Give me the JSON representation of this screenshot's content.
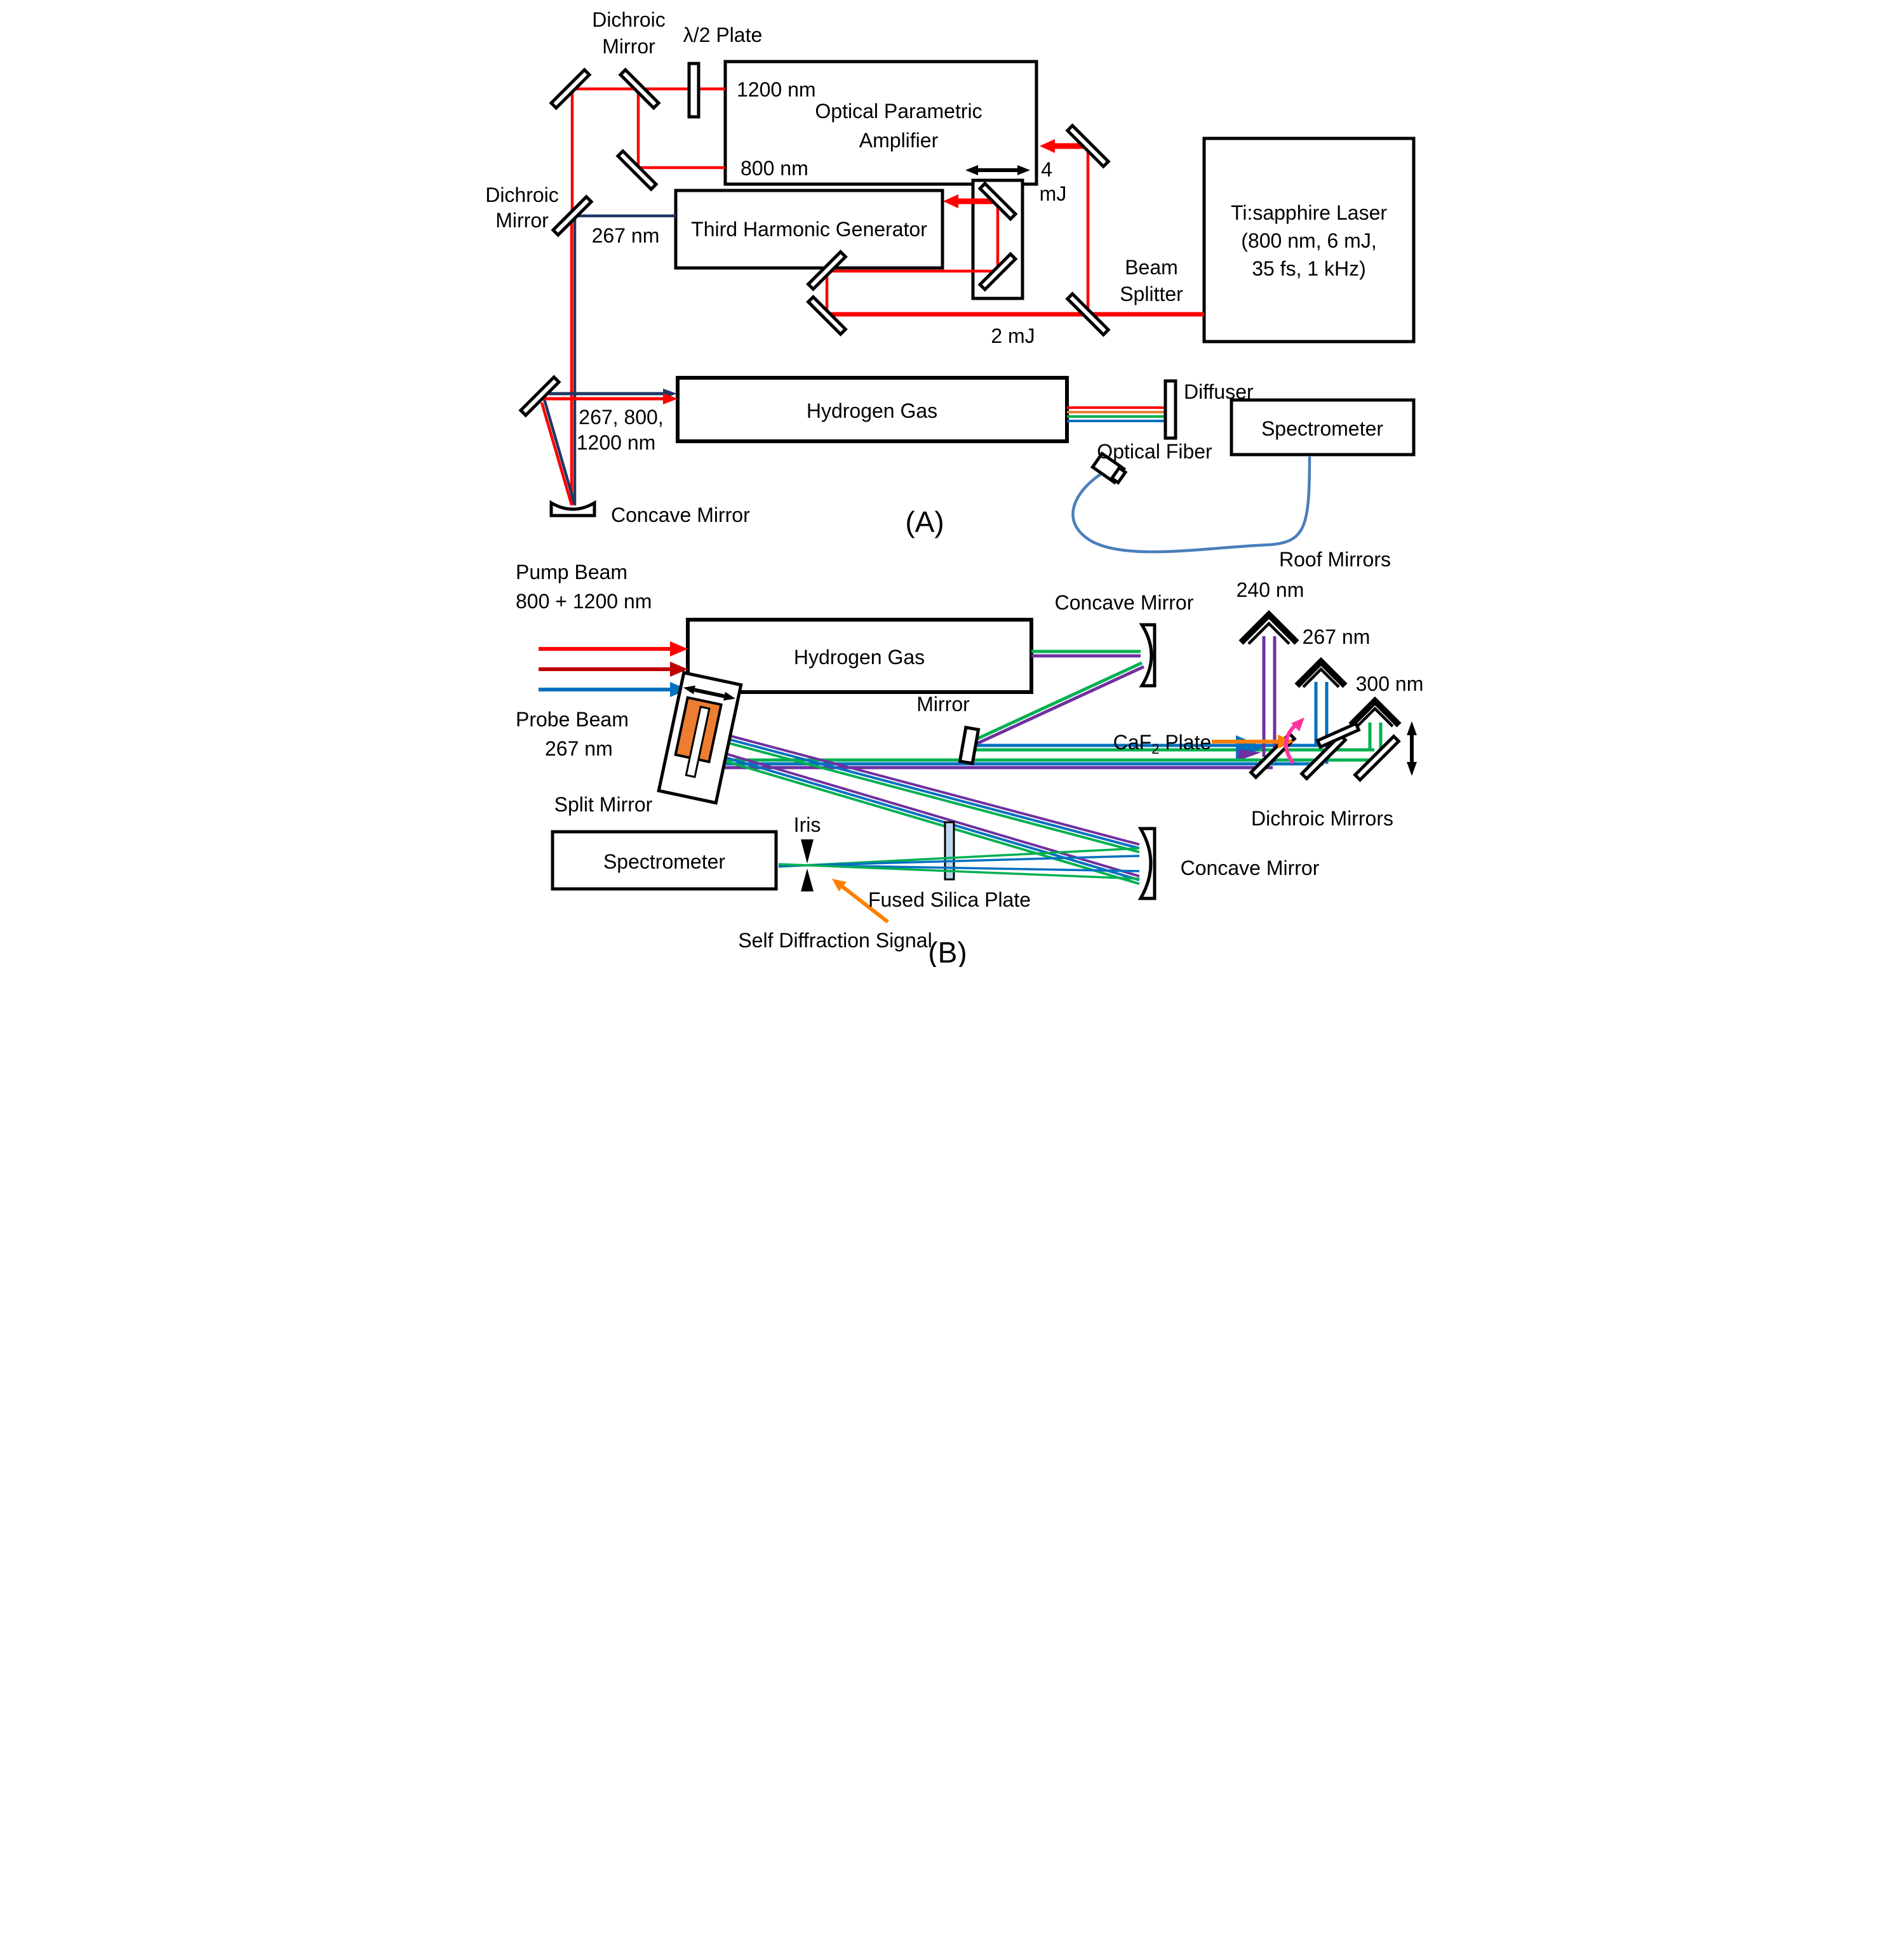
{
  "figure_title": "Pump-probe optical setup diagram",
  "colors": {
    "beam_red": "#FF0000",
    "beam_dark_red": "#C00000",
    "beam_navy_267": "#1F3864",
    "beam_blue": "#0070C0",
    "beam_green": "#00B050",
    "beam_purple": "#7030A0",
    "arrow_orange": "#FF7F00",
    "stripe_orange": "#ED7D31",
    "arrow_pink": "#FF33A0",
    "fiber_blue": "#4A7EBB",
    "silica_plate": "#BDD7EE",
    "split_mirror_patch": "#ED7D31"
  },
  "panel_a": {
    "tag": "(A)",
    "labels": {
      "dichroic_top": [
        "Dichroic",
        "Mirror"
      ],
      "half_wave": "λ/2 Plate",
      "port_1200": "1200 nm",
      "port_800": "800 nm",
      "opa": [
        "Optical Parametric",
        "Amplifier"
      ],
      "thg": "Third Harmonic Generator",
      "laser": [
        "Ti:sapphire Laser",
        "(800 nm, 6 mJ,",
        "35 fs, 1 kHz)"
      ],
      "splitter": [
        "Beam",
        "Splitter"
      ],
      "energy_4mj": [
        "4",
        "mJ"
      ],
      "energy_2mj": "2 mJ",
      "dichroic_left": [
        "Dichroic",
        "Mirror"
      ],
      "nm267": "267 nm",
      "combo": [
        "267, 800,",
        "1200 nm"
      ],
      "concave": "Concave Mirror",
      "hydrogen": "Hydrogen Gas",
      "diffuser": "Diffuser",
      "fiber": "Optical Fiber",
      "spectrometer": "Spectrometer"
    }
  },
  "panel_b": {
    "tag": "(B)",
    "labels": {
      "pump": [
        "Pump Beam",
        "800 + 1200 nm"
      ],
      "probe": [
        "Probe Beam",
        "267 nm"
      ],
      "hydrogen": "Hydrogen Gas",
      "concave_top": "Concave Mirror",
      "mirror": "Mirror",
      "split": "Split Mirror",
      "roof": "Roof Mirrors",
      "nm240": "240 nm",
      "nm267": "267 nm",
      "nm300": "300 nm",
      "caf2": [
        "CaF",
        "2",
        " Plate"
      ],
      "dichroics": "Dichroic Mirrors",
      "iris": "Iris",
      "silica": "Fused Silica Plate",
      "concave_bottom": "Concave Mirror",
      "spectrometer": "Spectrometer",
      "self_diffraction": "Self Diffraction Signal"
    }
  }
}
